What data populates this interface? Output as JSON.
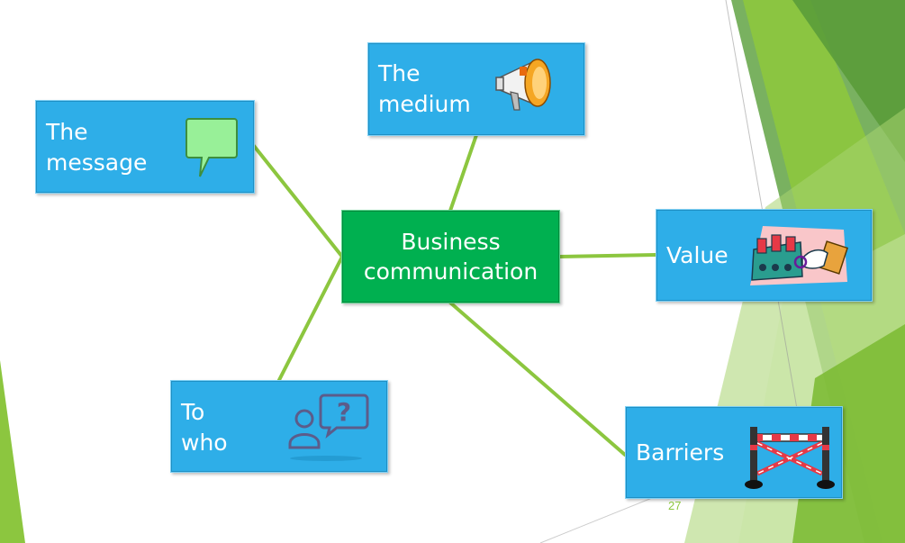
{
  "diagram": {
    "center": {
      "label": "Business\ncommunication"
    },
    "nodes": {
      "message": {
        "label": "The\nmessage",
        "icon": "speech-bubble-icon"
      },
      "medium": {
        "label": "The\nmedium",
        "icon": "megaphone-icon"
      },
      "value": {
        "label": "Value",
        "icon": "factory-hand-icon"
      },
      "to_who": {
        "label": "To\nwho",
        "icon": "person-question-icon"
      },
      "barriers": {
        "label": "Barriers",
        "icon": "barrier-icon"
      }
    },
    "connector_color": "#8cc63f"
  },
  "slide": {
    "page_number": "27"
  },
  "colors": {
    "node_fill": "#2eaee8",
    "center_fill": "#00b050",
    "accent_green": "#8cc63f"
  }
}
